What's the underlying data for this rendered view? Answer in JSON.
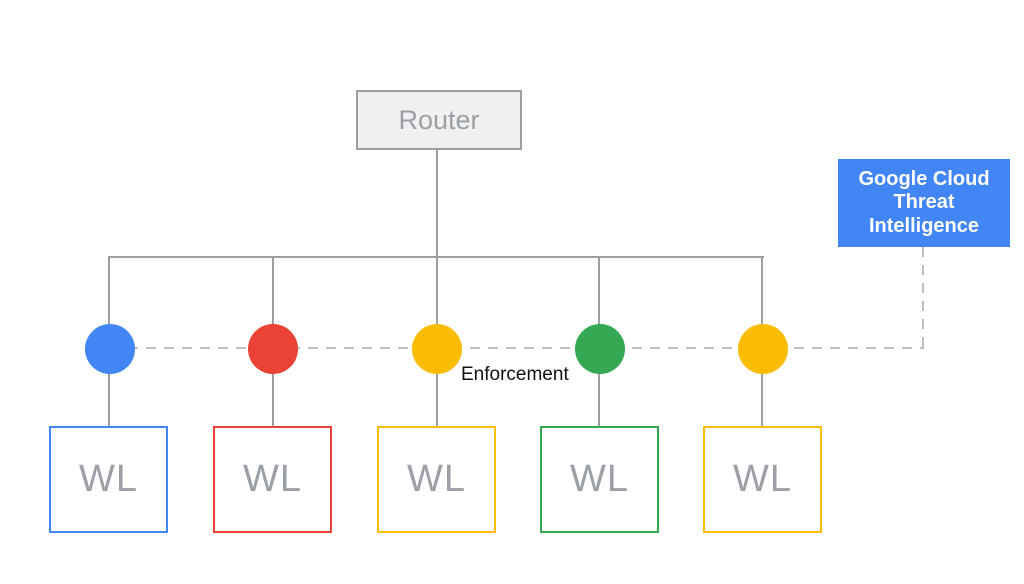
{
  "diagram": {
    "router": {
      "label": "Router"
    },
    "threat_intel": {
      "label": "Google Cloud Threat Intelligence",
      "bg_color": "#4285f4",
      "text_color": "#ffffff"
    },
    "enforcement_label": "Enforcement",
    "nodes": [
      {
        "label": "WL",
        "color": "#4285f4",
        "color_name": "blue"
      },
      {
        "label": "WL",
        "color": "#ea4335",
        "color_name": "red"
      },
      {
        "label": "WL",
        "color": "#fbbc04",
        "color_name": "yellow"
      },
      {
        "label": "WL",
        "color": "#34a853",
        "color_name": "green"
      },
      {
        "label": "WL",
        "color": "#fbbc04",
        "color_name": "yellow"
      }
    ],
    "colors": {
      "solid_line": "#9e9e9e",
      "dashed_line": "#bdbdbd",
      "router_fill": "#f0f0f0",
      "gray_text": "#9aa0a6",
      "background": "#ffffff"
    }
  }
}
